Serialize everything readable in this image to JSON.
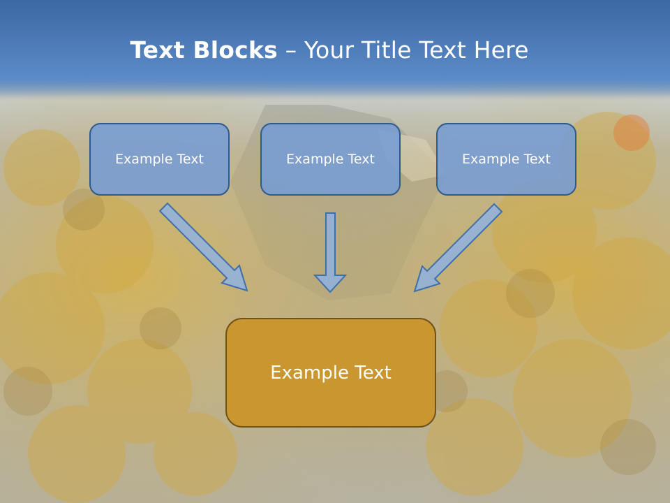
{
  "title": {
    "bold": "Text Blocks",
    "dash": " – ",
    "rest": "Your Title Text Here"
  },
  "blocks": [
    {
      "text": "Example Text"
    },
    {
      "text": "Example Text"
    },
    {
      "text": "Example Text"
    }
  ],
  "target": {
    "text": "Example Text"
  },
  "colors": {
    "header_blue": "#4a7ab9",
    "box_fill": "#769cd4",
    "box_border": "#2e5a8c",
    "target_fill": "#c9962f",
    "target_border": "#6e5419",
    "arrow_fill": "#8fb2e0"
  }
}
